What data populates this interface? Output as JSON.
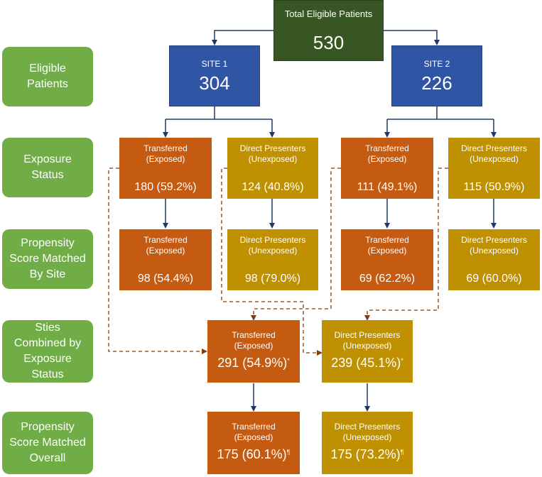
{
  "colors": {
    "label_bg": "#70ad47",
    "total_bg": "#375623",
    "site_bg": "#2f55a4",
    "exposed_bg": "#c55a11",
    "unexposed_bg": "#bf9000",
    "arrow": "#203864",
    "dashed_arrow": "#843c0c"
  },
  "row_labels": {
    "eligible": "Eligible\nPatients",
    "exposure": "Exposure\nStatus",
    "psm_site": "Propensity\nScore Matched\nBy Site",
    "combined": "Sties\nCombined by\nExposure\nStatus",
    "psm_overall": "Propensity\nScore Matched\nOverall"
  },
  "total": {
    "title": "Total Eligible Patients",
    "value": "530"
  },
  "site1": {
    "title": "SITE 1",
    "value": "304"
  },
  "site2": {
    "title": "SITE 2",
    "value": "226"
  },
  "exposure": {
    "s1_transferred": {
      "title": "Transferred\n(Exposed)",
      "value": "180 (59.2%)"
    },
    "s1_direct": {
      "title": "Direct Presenters\n(Unexposed)",
      "value": "124 (40.8%)"
    },
    "s2_transferred": {
      "title": "Transferred\n(Exposed)",
      "value": "111 (49.1%)"
    },
    "s2_direct": {
      "title": "Direct Presenters\n(Unexposed)",
      "value": "115 (50.9%)"
    }
  },
  "psm_site": {
    "s1_transferred": {
      "title": "Transferred\n(Exposed)",
      "value": "98 (54.4%)"
    },
    "s1_direct": {
      "title": "Direct Presenters\n(Unexposed)",
      "value": "98 (79.0%)"
    },
    "s2_transferred": {
      "title": "Transferred\n(Exposed)",
      "value": "69 (62.2%)"
    },
    "s2_direct": {
      "title": "Direct Presenters\n(Unexposed)",
      "value": "69 (60.0%)"
    }
  },
  "combined": {
    "transferred": {
      "title": "Transferred\n(Exposed)",
      "value": "291 (54.9%)",
      "mark": "*"
    },
    "direct": {
      "title": "Direct Presenters\n(Unexposed)",
      "value": "239 (45.1%)",
      "mark": "*"
    }
  },
  "psm_overall": {
    "transferred": {
      "title": "Transferred\n(Exposed)",
      "value": "175 (60.1%)",
      "mark": "¶"
    },
    "direct": {
      "title": "Direct Presenters\n(Unexposed)",
      "value": "175 (73.2%)",
      "mark": "¶"
    }
  }
}
